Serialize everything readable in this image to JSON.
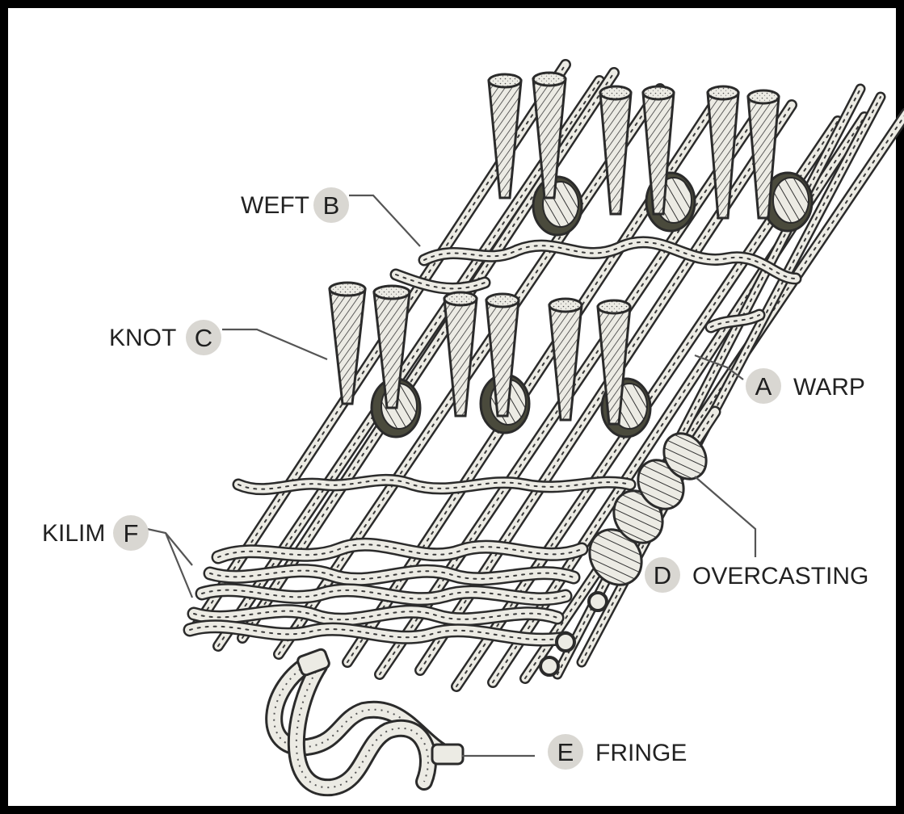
{
  "diagram": {
    "callouts": {
      "weft": {
        "letter": "B",
        "text": "WEFT"
      },
      "knot": {
        "letter": "C",
        "text": "KNOT"
      },
      "warp": {
        "letter": "A",
        "text": "WARP"
      },
      "kilim": {
        "letter": "F",
        "text": "KILIM"
      },
      "overcasting": {
        "letter": "D",
        "text": "OVERCASTING"
      },
      "fringe": {
        "letter": "E",
        "text": "FRINGE"
      }
    },
    "colors": {
      "yarn_fill": "#ecebe4",
      "yarn_outline": "#2b2b2b",
      "shadow": "#4a4a3c",
      "badge": "#d9d7d2",
      "frame": "#000000"
    }
  }
}
